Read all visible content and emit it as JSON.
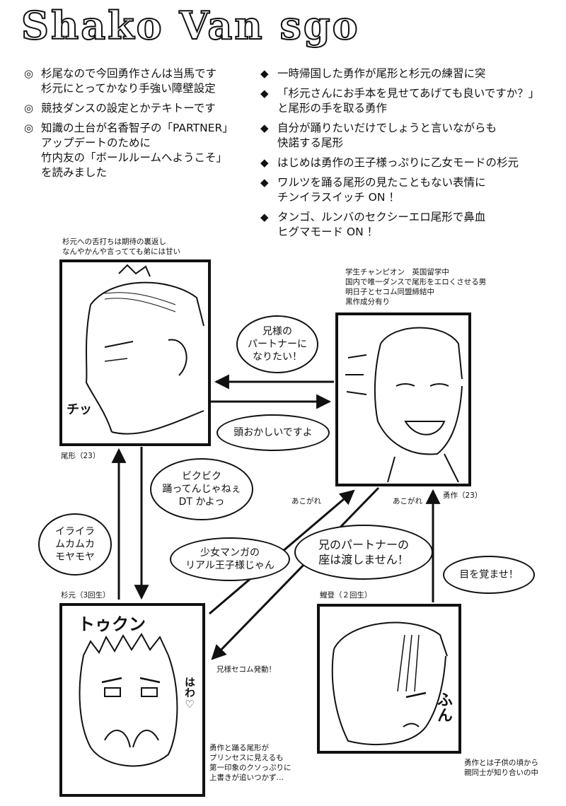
{
  "title": "Shako Van sgo",
  "left_notes": {
    "bullet": "◎",
    "items": [
      "杉尾なので今回勇作さんは当馬です\n杉元にとってかなり手強い障壁設定",
      "競技ダンスの設定とかテキトーです",
      "知識の土台が名香智子の「PARTNER」\nアップデートのために\n竹内友の「ボールルームへようこそ」\nを読みました"
    ]
  },
  "right_notes": {
    "bullet": "◆",
    "items": [
      "一時帰国した勇作が尾形と杉元の練習に突",
      "「杉元さんにお手本を見せてあげても良いですか？」\nと尾形の手を取る勇作",
      "自分が踊りたいだけでしょうと言いながらも\n快諾する尾形",
      "はじめは勇作の王子様っぷりに乙女モードの杉元",
      "ワルツを踊る尾形の見たこともない表情に\nチンイラスイッチ ON ！",
      "タンゴ、ルンバのセクシーエロ尾形で鼻血\nヒグマモード ON ！"
    ]
  },
  "characters": {
    "ogata": {
      "label": "尾形（23）",
      "note": "杉元への舌打ちは期待の裏返し\nなんやかんや言ってても弟には甘い",
      "sfx": "チッ"
    },
    "yusaku": {
      "label": "勇作（23）",
      "note": "学生チャンピオン　英国留学中\n国内で唯一ダンスで尾形をエロくさせる男\n明日子とセコム同盟締結中\n黒作成分有り"
    },
    "sugimoto": {
      "label": "杉元（3回生）",
      "note": "勇作と踊る尾形が\nプリンセスに見えるも\n第一印象のクソっぷりに\n上書きが追いつかず…",
      "sfx_top": "トゥクン",
      "sfx_side": "はわ♡"
    },
    "koito": {
      "label": "鯉登（２回生）",
      "note": "勇作とは子供の頃から\n親同士が知り合いの中",
      "sfx": "ふん"
    }
  },
  "bubbles": {
    "yusaku_to_ogata": "兄様の\nパートナーに\nなりたい！",
    "ogata_to_yusaku": "頭おかしいですよ",
    "ogata_to_sugimoto": "ビクビク\n踊ってんじゃねぇ\nDT かよっ",
    "sugimoto_to_ogata": "イライラ\nムカムカ\nモヤモヤ",
    "sugimoto_to_yusaku": "少女マンガの\nリアル王子様じゃん",
    "yusaku_to_sugimoto": "兄のパートナーの\n座は渡しません！",
    "koito_to_yusaku": "目を覚ませ！"
  },
  "arrow_labels": {
    "sugimoto_yusaku": "あこがれ",
    "koito_yusaku": "あこがれ",
    "yusaku_sugimoto": "兄様セコム発動！"
  }
}
